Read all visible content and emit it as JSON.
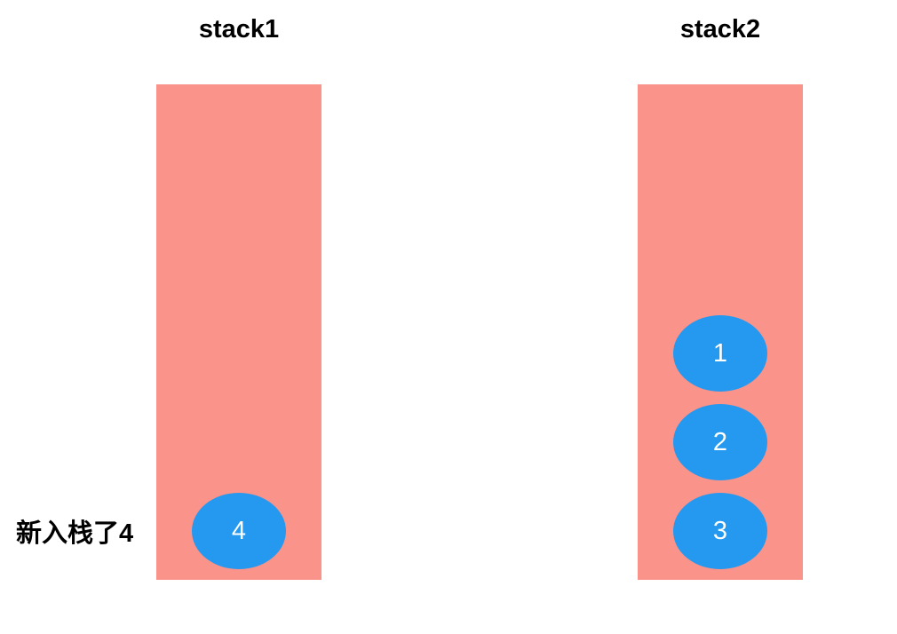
{
  "page": {
    "background": "#ffffff"
  },
  "colors": {
    "bg": "#ffffff",
    "stack_fill": "#fa9389",
    "item_fill": "#2499ef",
    "item_text": "#ffffff",
    "text": "#000000"
  },
  "stacks": [
    {
      "title": "stack1",
      "items": [
        {
          "label": "4"
        }
      ]
    },
    {
      "title": "stack2",
      "items": [
        {
          "label": "1"
        },
        {
          "label": "2"
        },
        {
          "label": "3"
        }
      ]
    }
  ],
  "annotation": {
    "label": "新入栈了4"
  }
}
